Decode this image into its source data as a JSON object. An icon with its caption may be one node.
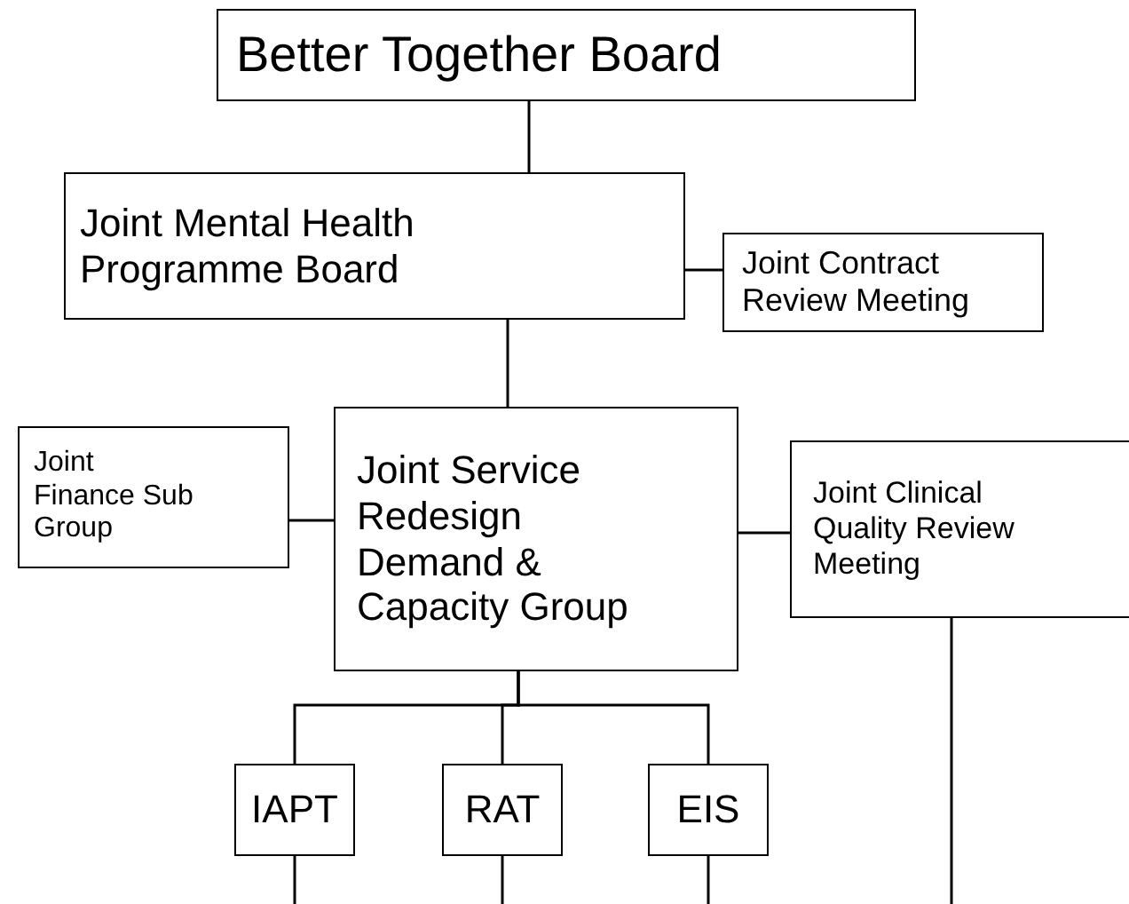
{
  "diagram": {
    "nodes": [
      {
        "text": [
          "Better Together Board"
        ]
      },
      {
        "text": [
          "Joint Mental Health Programme Board"
        ]
      },
      {
        "text": [
          "Joint Contract Review Meeting"
        ]
      },
      {
        "text": [
          "Joint Finance Sub Group"
        ]
      },
      {
        "text": [
          "Joint Service Redesign Demand & Capacity Group"
        ]
      },
      {
        "text": [
          "Joint Clinical Quality Review Meeting"
        ]
      },
      {
        "text": [
          "IAPT"
        ]
      },
      {
        "text": [
          "RAT"
        ]
      },
      {
        "text": [
          "EIS"
        ]
      }
    ],
    "edges": [
      {
        "from": 0,
        "to": 1,
        "arrow": "none"
      },
      {
        "from": 1,
        "to": 2,
        "arrow": "none"
      },
      {
        "from": 1,
        "to": 4,
        "arrow": "none"
      },
      {
        "from": 3,
        "to": 4,
        "arrow": "none"
      },
      {
        "from": 4,
        "to": 5,
        "arrow": "none"
      },
      {
        "from": 4,
        "to": 6,
        "arrow": "none"
      },
      {
        "from": 4,
        "to": 7,
        "arrow": "none"
      },
      {
        "from": 4,
        "to": 8,
        "arrow": "none"
      },
      {
        "from": 6,
        "to": null,
        "arrow": "none"
      },
      {
        "from": 7,
        "to": null,
        "arrow": "none"
      },
      {
        "from": 8,
        "to": null,
        "arrow": "none"
      },
      {
        "from": 5,
        "to": null,
        "arrow": "none"
      }
    ]
  }
}
